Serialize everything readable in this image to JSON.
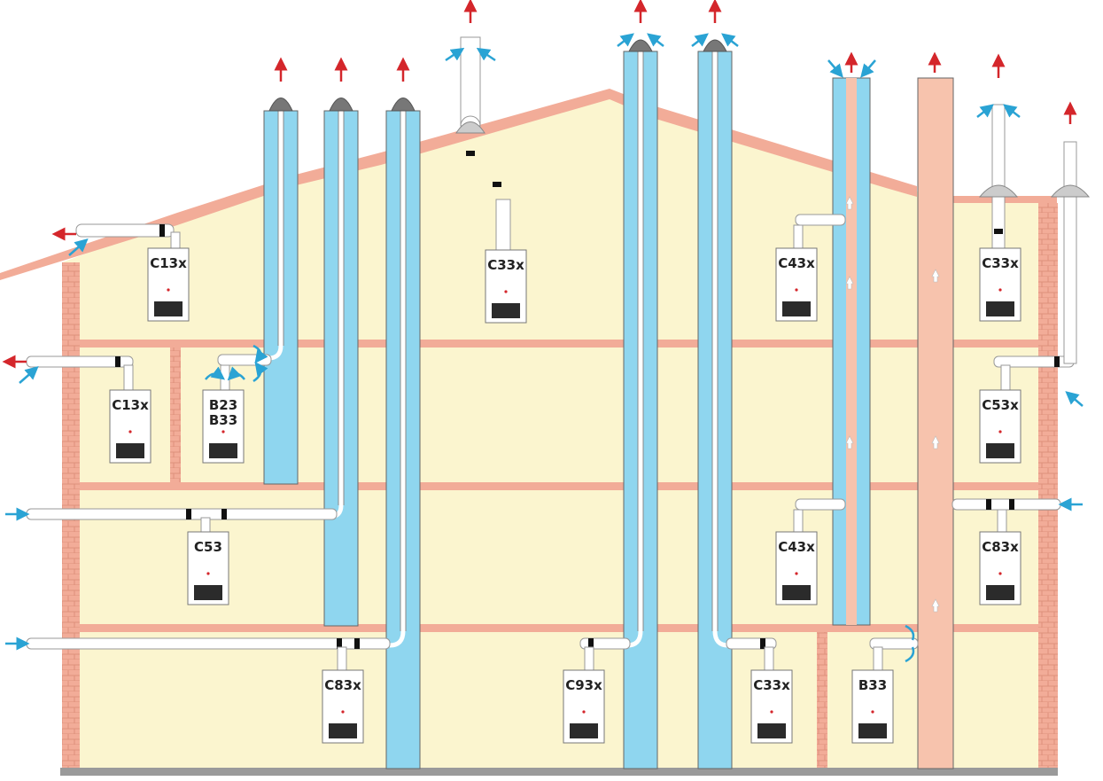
{
  "colors": {
    "wall": "#fbf5cf",
    "brick": "#f2ac98",
    "chimney_blue": "#8fd6ef",
    "flue_salmon": "#f7c3ad",
    "exhaust_arrow": "#d4262b",
    "intake_arrow": "#2aa3d4",
    "ground": "#9a9a9a"
  },
  "boilers": [
    {
      "lines": [
        "C13x"
      ]
    },
    {
      "lines": [
        "C33x"
      ]
    },
    {
      "lines": [
        "C43x"
      ]
    },
    {
      "lines": [
        "C33x"
      ]
    },
    {
      "lines": [
        "C13x"
      ]
    },
    {
      "lines": [
        "B23",
        "B33"
      ]
    },
    {
      "lines": [
        "C53x"
      ]
    },
    {
      "lines": [
        "C53"
      ]
    },
    {
      "lines": [
        "C43x"
      ]
    },
    {
      "lines": [
        "C83x"
      ]
    },
    {
      "lines": [
        "C83x"
      ]
    },
    {
      "lines": [
        "C93x"
      ]
    },
    {
      "lines": [
        "C33x"
      ]
    },
    {
      "lines": [
        "B33"
      ]
    }
  ]
}
